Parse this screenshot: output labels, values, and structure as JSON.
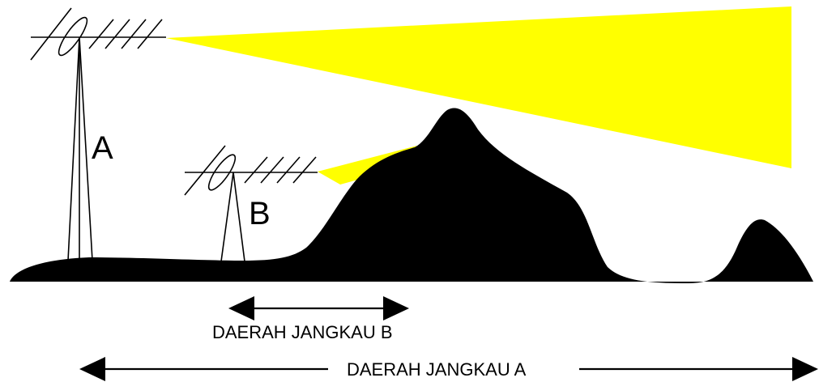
{
  "colors": {
    "beam": "#ffff00",
    "terrain": "#000000",
    "background": "#ffffff",
    "ink": "#000000"
  },
  "towers": {
    "a": {
      "label": "A"
    },
    "b": {
      "label": "B"
    }
  },
  "ranges": {
    "b": {
      "label": "DAERAH JANGKAU B"
    },
    "a": {
      "label": "DAERAH JANGKAU A"
    }
  }
}
